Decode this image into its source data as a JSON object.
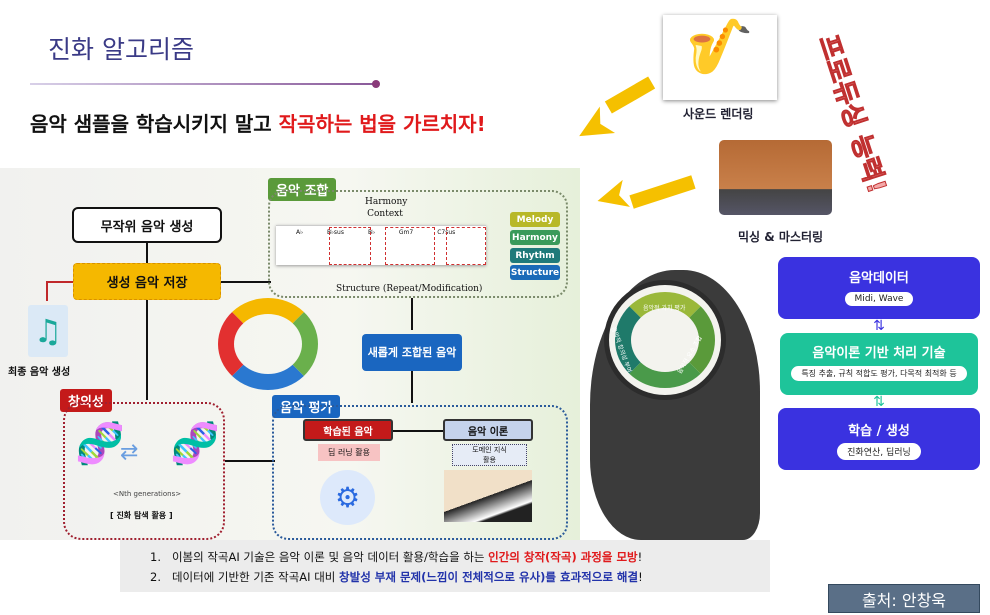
{
  "title": "진화 알고리즘",
  "headline": {
    "part1": "음악 샘플을 학습시키지 말고 ",
    "part2": "작곡하는 법을 가르치자!"
  },
  "left": {
    "random_gen": "무작위 음악 생성",
    "store": "생성 음악 저장",
    "final": "최종 음악 생성",
    "creativity": {
      "tag": "창의성",
      "generations": "<Nth generations>",
      "caption": "[ 진화 탐색 활용 ]"
    },
    "combine": {
      "tag": "음악 조합",
      "harmony_context": "Harmony Context",
      "structure": "Structure (Repeat/Modification)",
      "chords": [
        "A♭",
        "B♭sus",
        "B♭",
        "Gm7",
        "C7sus"
      ],
      "elements": [
        "Melody",
        "Harmony",
        "Rhythm",
        "Structure"
      ]
    },
    "new_music": "새롭게 조합된 음악",
    "evaluate": {
      "tag": "음악 평가",
      "learned": "학습된 음악",
      "deep": "딥 러닝 활용",
      "theory": "음악 이론",
      "domain": "도메인 지식 활용"
    }
  },
  "brain_cycle": [
    "음악적 가치 평가",
    "음악적 요소 조합",
    "음악적 창의성 부여"
  ],
  "producing": {
    "rendering": "사운드 렌더링",
    "mixing": "믹싱 & 마스터링",
    "slogan": "프로듀싱 능력!"
  },
  "right": {
    "data": {
      "title": "음악데이터",
      "sub": "Midi, Wave"
    },
    "theory": {
      "title": "음악이론 기반 처리 기술",
      "sub": "특징 추출, 규칙 적합도 평가, 다목적 최적화 등"
    },
    "learn": {
      "title": "학습 / 생성",
      "sub": "진화연산, 딥러닝"
    }
  },
  "notes": [
    {
      "num": "1.",
      "a": "이봄의 작곡AI 기술은 음악 이론 및 음악 데이터 활용/학습을 하는 ",
      "b": "인간의 창작(작곡) 과정을 모방",
      "c": "!"
    },
    {
      "num": "2.",
      "a": "데이터에 기반한 기존 작곡AI 대비 ",
      "b": "창발성 부재 문제(느낌이 전체적으로 유사)를 효과적으로 해결",
      "c": "!"
    }
  ],
  "source": "출처: 안창욱"
}
